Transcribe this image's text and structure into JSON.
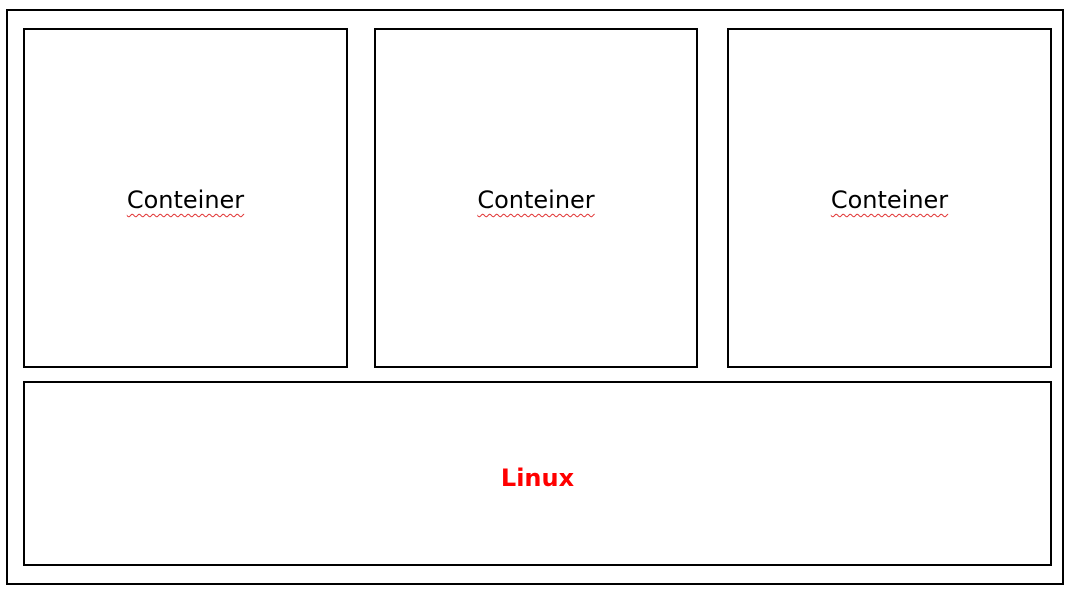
{
  "diagram": {
    "containers": [
      {
        "label": "Conteiner"
      },
      {
        "label": "Conteiner"
      },
      {
        "label": "Conteiner"
      }
    ],
    "host": {
      "label": "Linux",
      "color": "#ff0000"
    }
  }
}
